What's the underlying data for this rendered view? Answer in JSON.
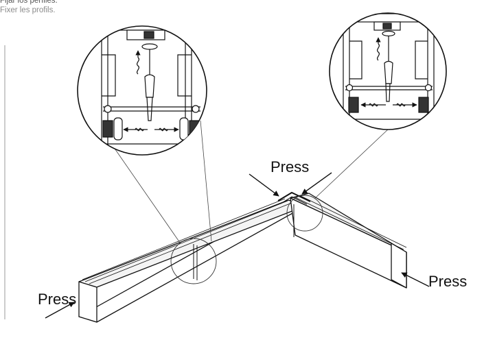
{
  "caption": {
    "line_es": "Fijar los perfiles.",
    "line_fr": "Fixer les profils."
  },
  "labels": {
    "press_top": "Press",
    "press_left": "Press",
    "press_right": "Press"
  },
  "colors": {
    "ink": "#111111",
    "caption_primary": "#555555",
    "caption_secondary": "#8a8a8a"
  }
}
